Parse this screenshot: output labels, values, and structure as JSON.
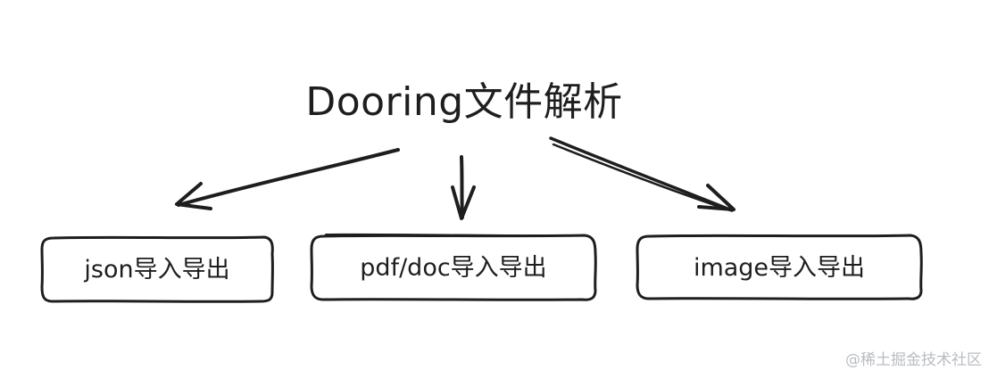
{
  "diagram": {
    "title": "Dooring文件解析",
    "nodes": [
      {
        "label": "json导入导出"
      },
      {
        "label": "pdf/doc导入导出"
      },
      {
        "label": "image导入导出"
      }
    ],
    "edges": [
      {
        "from": "Dooring文件解析",
        "to": "json导入导出"
      },
      {
        "from": "Dooring文件解析",
        "to": "pdf/doc导入导出"
      },
      {
        "from": "Dooring文件解析",
        "to": "image导入导出"
      }
    ],
    "stroke_color": "#1e1e1e",
    "background": "#ffffff"
  },
  "watermark": "@稀土掘金技术社区"
}
